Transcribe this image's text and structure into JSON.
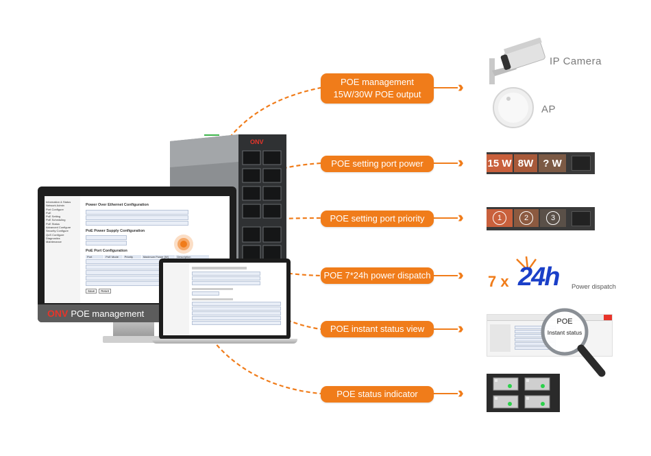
{
  "features": [
    {
      "line1": "POE management",
      "line2": "15W/30W POE output"
    },
    {
      "line1": "POE setting port power"
    },
    {
      "line1": "POE setting port priority"
    },
    {
      "line1": "POE 7*24h  power dispatch"
    },
    {
      "line1": "POE instant status view"
    },
    {
      "line1": "POE status indicator"
    }
  ],
  "devices": {
    "camera": "IP Camera",
    "ap": "AP"
  },
  "port_power": [
    "15 W",
    "8W",
    "? W"
  ],
  "port_priority": [
    "1",
    "2",
    "3"
  ],
  "dispatch": {
    "prefix": "7 x",
    "big": "24h",
    "caption": "Power dispatch"
  },
  "magnifier": {
    "title": "POE",
    "subtitle": "Instant status"
  },
  "monitor": {
    "brand": "ONV",
    "label": "POE management"
  },
  "switch_brand": "ONV",
  "mini_ui": {
    "title": "Power Over Ethernet Configuration",
    "supply_title": "PoE Power Supply Configuration",
    "port_title": "PoE Port Configuration",
    "menu": [
      "Information & Status",
      "Network Admin",
      "Port Configure",
      "PoE",
      "PoE Setting",
      "PoE Scheduling",
      "PoE Status",
      "Advanced Configure",
      "Security Configure",
      "QoS Configure",
      "Diagnostics",
      "Maintenance"
    ],
    "table_headers": [
      "Port",
      "PoE Mode",
      "Priority",
      "Maximum Power [W]",
      "Description"
    ],
    "save": "Save",
    "reset": "Reset"
  },
  "colors": {
    "accent": "#f07c1a",
    "brand_red": "#e8342a",
    "dispatch_blue": "#1a3fc8",
    "dispatch_orange": "#f07c1a"
  }
}
